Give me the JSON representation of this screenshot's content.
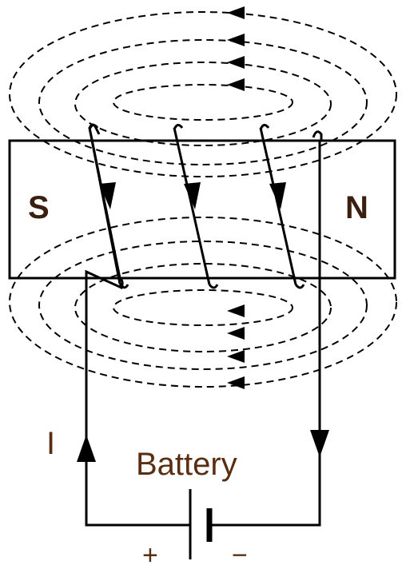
{
  "diagram": {
    "pole_left": "S",
    "pole_right": "N",
    "current_label": "I",
    "battery_label": "Battery",
    "plus_sign": "+",
    "minus_sign": "−",
    "text_color": "#5a2e12",
    "pole_color": "#3a1e0f",
    "line_color": "#000000"
  }
}
